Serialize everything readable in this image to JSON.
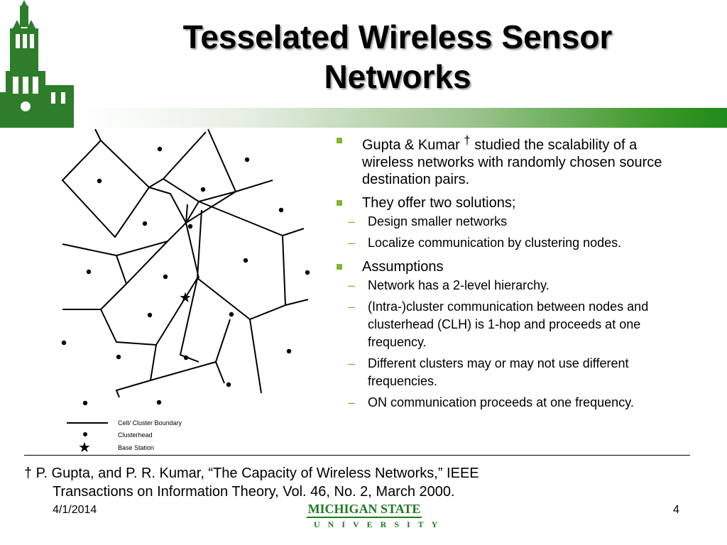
{
  "slide": {
    "title_line1": "Tesselated Wireless Sensor",
    "title_line2": "Networks"
  },
  "bullets": [
    {
      "text_a": "Gupta & Kumar ",
      "dagger": "†",
      "text_b": " studied the scalability of a wireless networks with randomly chosen source destination pairs."
    },
    {
      "text": "They offer two solutions;",
      "subs": [
        "Design smaller networks",
        "Localize communication by clustering nodes."
      ]
    },
    {
      "text": "Assumptions",
      "subs": [
        "Network has a 2-level hierarchy.",
        "(Intra-)cluster communication between nodes and clusterhead (CLH) is 1-hop and proceeds at one frequency.",
        "Different clusters may or may not use different frequencies.",
        "ON communication proceeds at one frequency."
      ]
    }
  ],
  "legend": {
    "boundary": "Cell/ Cluster Boundary",
    "clusterhead": "Clusterhead",
    "base_station": "Base Station"
  },
  "footnote": {
    "dagger": "†",
    "line1": " P. Gupta, and P. R. Kumar, “The Capacity of Wireless Networks,” IEEE",
    "line2": "Transactions on Information Theory, Vol. 46, No. 2, March 2000."
  },
  "footer": {
    "date": "4/1/2014",
    "page": "4",
    "logo_top": "MICHIGAN STATE",
    "logo_bottom": "UNIVERSITY"
  },
  "colors": {
    "accent_green": "#7fb832",
    "msu_green": "#1e7a1e"
  }
}
